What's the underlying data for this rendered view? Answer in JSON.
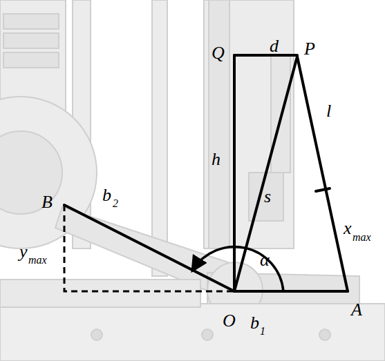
{
  "diagram": {
    "labels": [
      "Q",
      "d",
      "P",
      "h",
      "s",
      "l",
      "B",
      "b",
      "2",
      "α",
      "x",
      "max",
      "y",
      "max",
      "O",
      "A",
      "b",
      "1"
    ]
  }
}
